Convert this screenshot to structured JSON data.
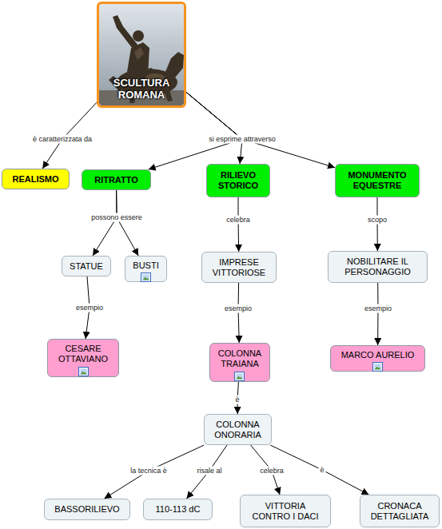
{
  "diagram": {
    "nodes": [
      {
        "text": [
          "SCULTURA ROMANA"
        ]
      },
      {
        "text": [
          "REALISMO"
        ]
      },
      {
        "text": [
          "RITRATTO"
        ]
      },
      {
        "text": [
          "RILIEVO STORICO"
        ]
      },
      {
        "text": [
          "MONUMENTO EQUESTRE"
        ]
      },
      {
        "text": [
          "STATUE"
        ]
      },
      {
        "text": [
          "BUSTI"
        ]
      },
      {
        "text": [
          "IMPRESE VITTORIOSE"
        ]
      },
      {
        "text": [
          "NOBILITARE IL PERSONAGGIO"
        ]
      },
      {
        "text": [
          "CESARE OTTAVIANO"
        ]
      },
      {
        "text": [
          "COLONNA TRAIANA"
        ]
      },
      {
        "text": [
          "MARCO AURELIO"
        ]
      },
      {
        "text": [
          "COLONNA ONORARIA"
        ]
      },
      {
        "text": [
          "BASSORILIEVO"
        ]
      },
      {
        "text": [
          "110-113 dC"
        ]
      },
      {
        "text": [
          "VITTORIA CONTRO I DACI"
        ]
      },
      {
        "text": [
          "CRONACA DETTAGLIATA"
        ]
      }
    ],
    "edges": [
      {
        "from": 0,
        "to": 1,
        "label": "è caratterizzata da",
        "arrow": "to"
      },
      {
        "from": 0,
        "to": 2,
        "arrow": "to"
      },
      {
        "from": 0,
        "to": 3,
        "label": "si esprime attraverso",
        "arrow": "to"
      },
      {
        "from": 0,
        "to": 4,
        "arrow": "to"
      },
      {
        "from": 2,
        "to": 5,
        "label": "possono essere",
        "arrow": "to"
      },
      {
        "from": 2,
        "to": 6,
        "arrow": "to"
      },
      {
        "from": 5,
        "to": 9,
        "label": "esempio",
        "arrow": "to"
      },
      {
        "from": 3,
        "to": 7,
        "label": "celebra",
        "arrow": "to"
      },
      {
        "from": 7,
        "to": 10,
        "label": "esempio",
        "arrow": "to"
      },
      {
        "from": 4,
        "to": 8,
        "label": "scopo",
        "arrow": "to"
      },
      {
        "from": 8,
        "to": 11,
        "label": "esempio",
        "arrow": "to"
      },
      {
        "from": 10,
        "to": 12,
        "label": "è",
        "arrow": "to"
      },
      {
        "from": 12,
        "to": 13,
        "label": "la tecnica è",
        "arrow": "to"
      },
      {
        "from": 12,
        "to": 14,
        "label": "risale al",
        "arrow": "to"
      },
      {
        "from": 12,
        "to": 15,
        "label": "celebra",
        "arrow": "to"
      },
      {
        "from": 12,
        "to": 16,
        "label": "è",
        "arrow": "to"
      }
    ]
  }
}
